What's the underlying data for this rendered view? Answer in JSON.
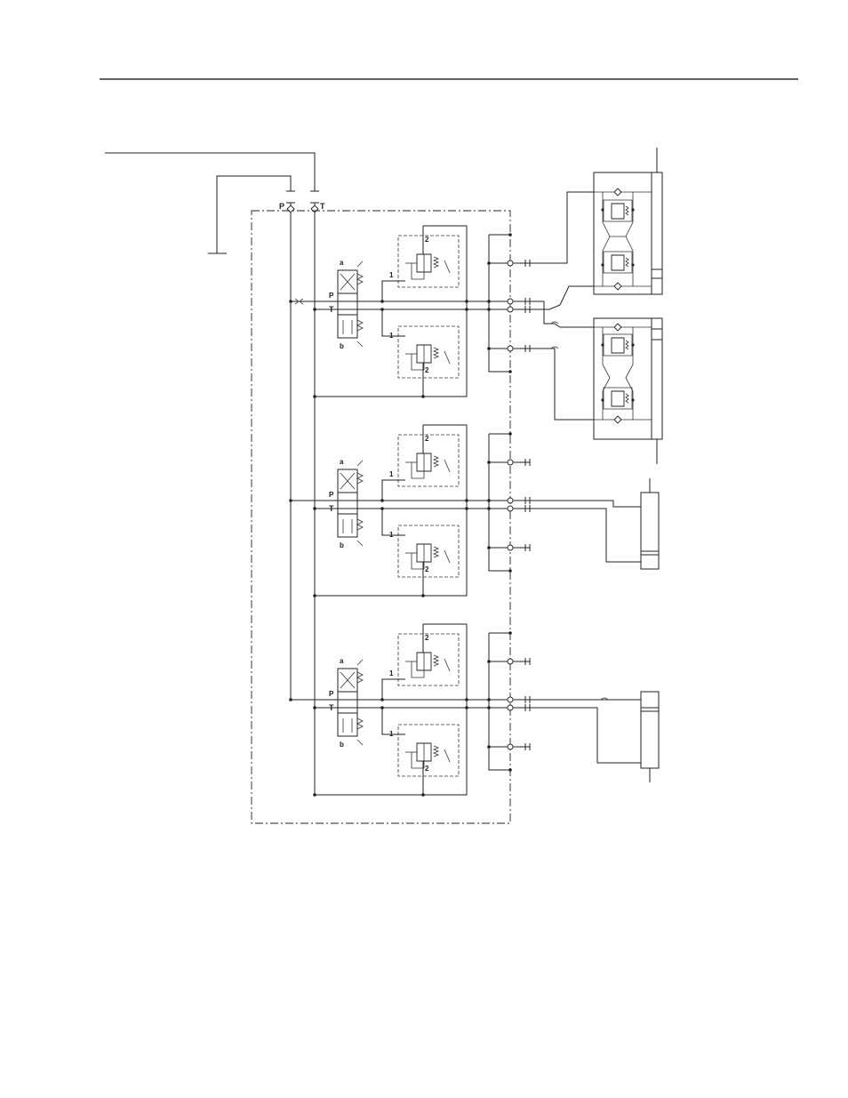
{
  "ports": {
    "pressure": "P",
    "tank": "T"
  },
  "sections": [
    {
      "spool": {
        "port_a": "a",
        "port_b": "b",
        "port_p": "P",
        "port_t": "T"
      },
      "relief_upper": {
        "port_1": "1",
        "port_2": "2"
      },
      "relief_lower": {
        "port_1": "1",
        "port_2": "2"
      }
    },
    {
      "spool": {
        "port_a": "a",
        "port_b": "b",
        "port_p": "P",
        "port_t": "T"
      },
      "relief_upper": {
        "port_1": "1",
        "port_2": "2"
      },
      "relief_lower": {
        "port_1": "1",
        "port_2": "2"
      }
    },
    {
      "spool": {
        "port_a": "a",
        "port_b": "b",
        "port_p": "P",
        "port_t": "T"
      },
      "relief_upper": {
        "port_1": "1",
        "port_2": "2"
      },
      "relief_lower": {
        "port_1": "1",
        "port_2": "2"
      }
    }
  ]
}
